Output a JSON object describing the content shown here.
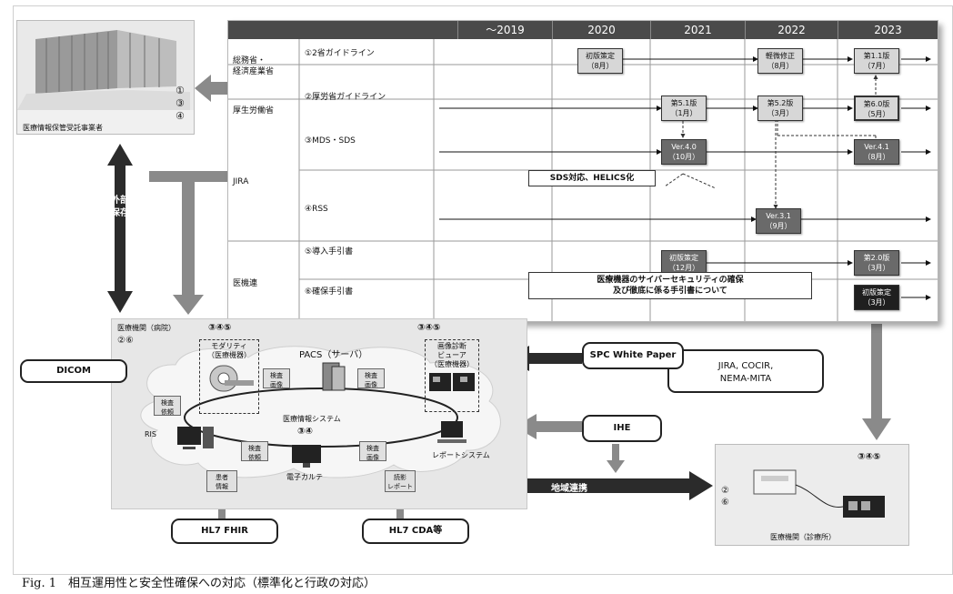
{
  "table": {
    "columns": [
      "～2019",
      "2020",
      "2021",
      "2022",
      "2023"
    ],
    "rows": [
      {
        "org": "総務省・\n経済産業省",
        "guide": "①2省ガイドライン"
      },
      {
        "org": "厚生労働省",
        "guide": "②厚労省ガイドライン"
      },
      {
        "org": "JIRA",
        "guide": "③MDS・SDS"
      },
      {
        "org": "",
        "guide": "④RSS"
      },
      {
        "org": "医機連",
        "guide": "⑤導入手引書"
      },
      {
        "org": "",
        "guide": "⑥確保手引書"
      }
    ],
    "versions": {
      "r1_2020": "初版策定\n（8月）",
      "r1_2022": "軽微修正\n（8月）",
      "r1_2023": "第1.1版\n（7月）",
      "r2_2021": "第5.1版\n（1月）",
      "r2_2022": "第5.2版\n（3月）",
      "r2_2023": "第6.0版\n（5月）",
      "r3_2021": "Ver.4.0\n（10月）",
      "r3_2023": "Ver.4.1\n（8月）",
      "r4_2022": "Ver.3.1\n（9月）",
      "r5_2021": "初版策定\n（12月）",
      "r5_2023": "第2.0版\n（3月）",
      "r6_2023": "初版策定\n（3月）"
    },
    "notes": {
      "sds": "SDS対応、HELICS化",
      "cyber": "医療機器のサイバーセキュリティの確保\n及び徹底に係る手引書について"
    }
  },
  "contractor": {
    "label": "医療情報保管受託事業者",
    "nums": [
      "①",
      "③",
      "④"
    ]
  },
  "external_storage": "外部\n保存",
  "hospital": {
    "title": "医療機関（病院）",
    "nums_title": "②⑥",
    "modality_nums": "③④⑤",
    "modality": "モダリティ\n（医療機器）",
    "pacs": "PACS（サーバ）",
    "viewer_nums": "③④⑤",
    "viewer": "画像診断\nビューア\n（医療機器）",
    "exam_image": "検査\n画像",
    "exam_request": "検査\n依頼",
    "his": "医療情報システム",
    "his_nums": "③④",
    "ris": "RIS",
    "emr": "電子カルテ",
    "report_system": "レポートシステム",
    "patient_info": "患者\n情報",
    "reading_report": "読影\nレポート"
  },
  "standards": {
    "dicom": "DICOM",
    "spc": "SPC White Paper",
    "spc_orgs": "JIRA, COCIR,\nNEMA-MITA",
    "ihe": "IHE",
    "hl7fhir": "HL7 FHIR",
    "hl7cda": "HL7 CDA等",
    "regional": "地域連携"
  },
  "clinic": {
    "label": "医療機関（診療所）",
    "nums_top": "③④⑤",
    "nums_side": "②\n⑥"
  },
  "caption": "Fig. 1　相互運用性と安全性確保への対応（標準化と行政の対応）",
  "colors": {
    "dark_arrow": "#2b2b2b",
    "gray_arrow": "#8a8a8a",
    "header": "#4a4a4a"
  }
}
